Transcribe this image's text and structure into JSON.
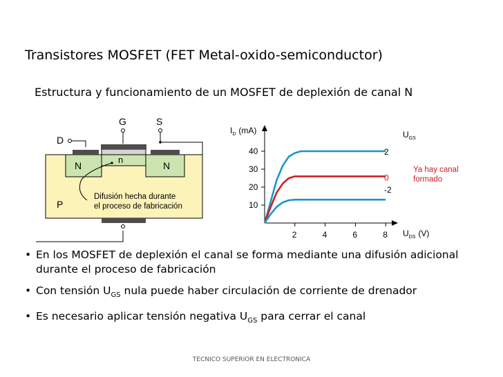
{
  "slide": {
    "title": "Transistores MOSFET (FET Metal-oxido-semiconductor)",
    "subtitle": "Estructura y funcionamiento de un MOSFET de deplexión de canal N",
    "footer": "TECNICO SUPERIOR EN ELECTRONICA"
  },
  "structure": {
    "label_g": "G",
    "label_s": "S",
    "label_d": "D",
    "label_n_left": "N",
    "label_n_right": "N",
    "label_n_channel": "n",
    "label_p": "P",
    "diffusion_note_line1": "Difusión hecha durante",
    "diffusion_note_line2": "el proceso de fabricación",
    "colors": {
      "substrate": "#fbf3b8",
      "n_region": "#cce4b0",
      "metal": "#4d4d4d",
      "oxide": "#d4d4d4"
    }
  },
  "chart_data": {
    "type": "line",
    "title": "",
    "ylabel_main": "I",
    "ylabel_sub": "D",
    "ylabel_unit": "(mA)",
    "xlabel_main": "U",
    "xlabel_sub": "DS",
    "xlabel_unit": "(V)",
    "legend_title_main": "U",
    "legend_title_sub": "GS",
    "x_ticks": [
      "2",
      "4",
      "6",
      "8"
    ],
    "y_ticks": [
      "10",
      "20",
      "30",
      "40"
    ],
    "xlim": [
      0,
      8.5
    ],
    "ylim": [
      0,
      52
    ],
    "series": [
      {
        "name": "2",
        "color": "#1a95c9",
        "points": [
          [
            0,
            0
          ],
          [
            0.4,
            12
          ],
          [
            0.8,
            24
          ],
          [
            1.2,
            32
          ],
          [
            1.6,
            37
          ],
          [
            2,
            39
          ],
          [
            2.4,
            40
          ],
          [
            8,
            40
          ]
        ]
      },
      {
        "name": "0",
        "color": "#cc2027",
        "points": [
          [
            0,
            0
          ],
          [
            0.4,
            9
          ],
          [
            0.8,
            17
          ],
          [
            1.2,
            22
          ],
          [
            1.6,
            25
          ],
          [
            2,
            26
          ],
          [
            8,
            26
          ]
        ]
      },
      {
        "name": "-2",
        "color": "#1a95c9",
        "points": [
          [
            0,
            0
          ],
          [
            0.4,
            5
          ],
          [
            0.8,
            9
          ],
          [
            1.2,
            11.5
          ],
          [
            1.6,
            12.7
          ],
          [
            2,
            13
          ],
          [
            8,
            13
          ]
        ]
      }
    ],
    "annotation_line1": "Ya hay canal",
    "annotation_line2": "formado",
    "annotation_color": "#cc2027"
  },
  "bullets": [
    {
      "parts": [
        "En los MOSFET de deplexión el canal se forma mediante una difusión adicional durante el proceso de fabricación"
      ]
    },
    {
      "parts": [
        "Con tensión U",
        "GS",
        " nula puede haber circulación de corriente de drenador"
      ]
    },
    {
      "parts": [
        "Es necesario aplicar tensión negativa U",
        "GS",
        " para cerrar el canal"
      ]
    }
  ]
}
